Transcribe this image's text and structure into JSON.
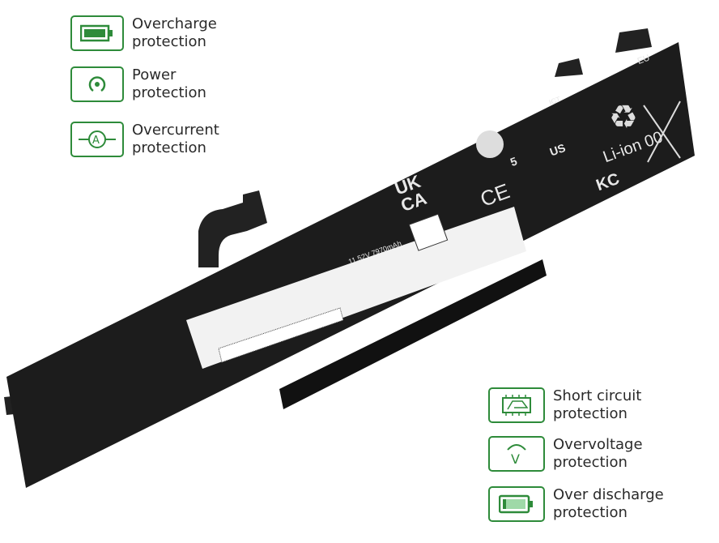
{
  "features_left": [
    {
      "icon": "battery-full-icon",
      "line1": "Overcharge",
      "line2": "protection"
    },
    {
      "icon": "power-icon",
      "line1": "Power",
      "line2": "protection"
    },
    {
      "icon": "ammeter-icon",
      "line1": "Overcurrent",
      "line2": "protection"
    }
  ],
  "features_right": [
    {
      "icon": "circuit-board-icon",
      "line1": "Short circuit",
      "line2": "protection"
    },
    {
      "icon": "voltmeter-icon",
      "line1": "Overvoltage",
      "line2": "protection"
    },
    {
      "icon": "battery-low-icon",
      "line1": "Over discharge",
      "line2": "protection"
    }
  ],
  "battery": {
    "rating": "11.52V 7970mAh",
    "ukca_line1": "UK",
    "ukca_line2": "CA",
    "ce": "CE",
    "eu": "EU",
    "chemistry": "Li-ion 00",
    "ict": "ICT",
    "us": "US",
    "rohs": "5",
    "kc": "KC"
  },
  "colors": {
    "accent": "#2e8b3a",
    "battery": "#1c1c1c"
  }
}
